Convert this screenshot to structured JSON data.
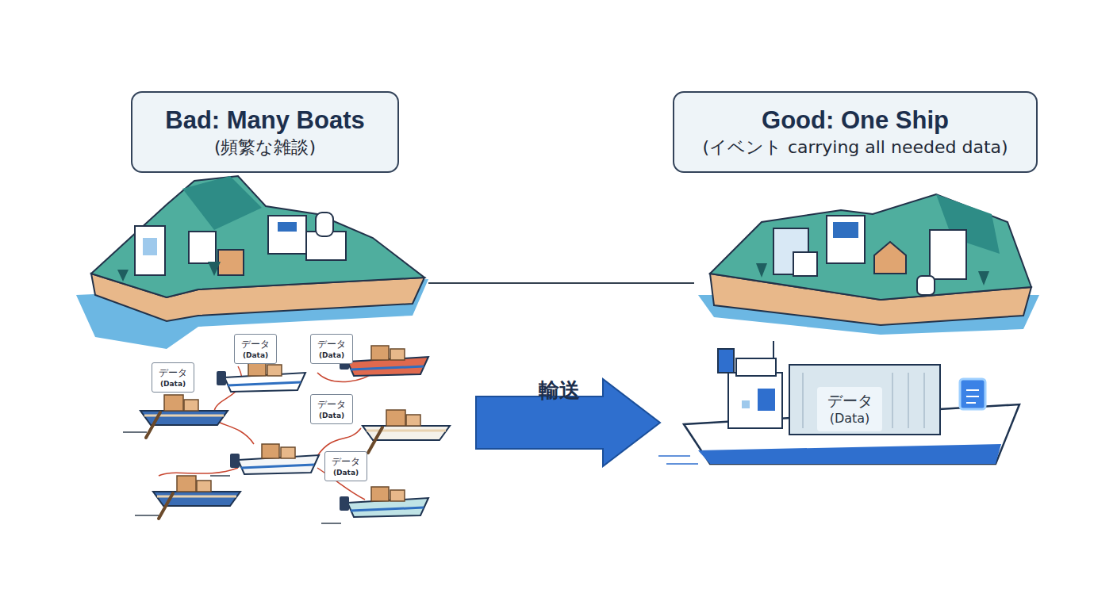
{
  "diagram": {
    "nodes": [
      {
        "text": [
          "Bad: Many Boats",
          "(頻繁な雑談)"
        ]
      },
      {
        "text": [
          "Good: One Ship",
          "(イベント carrying all needed data)"
        ]
      },
      {
        "text": [
          "データ",
          "(Data)"
        ]
      },
      {
        "text": [
          "データ",
          "(Data)"
        ]
      },
      {
        "text": [
          "データ",
          "(Data)"
        ]
      },
      {
        "text": [
          "データ",
          "(Data)"
        ]
      },
      {
        "text": [
          "データ",
          "(Data)"
        ]
      },
      {
        "text": [
          "データ",
          "(Data)"
        ]
      }
    ],
    "labels": [
      "輸送"
    ]
  }
}
